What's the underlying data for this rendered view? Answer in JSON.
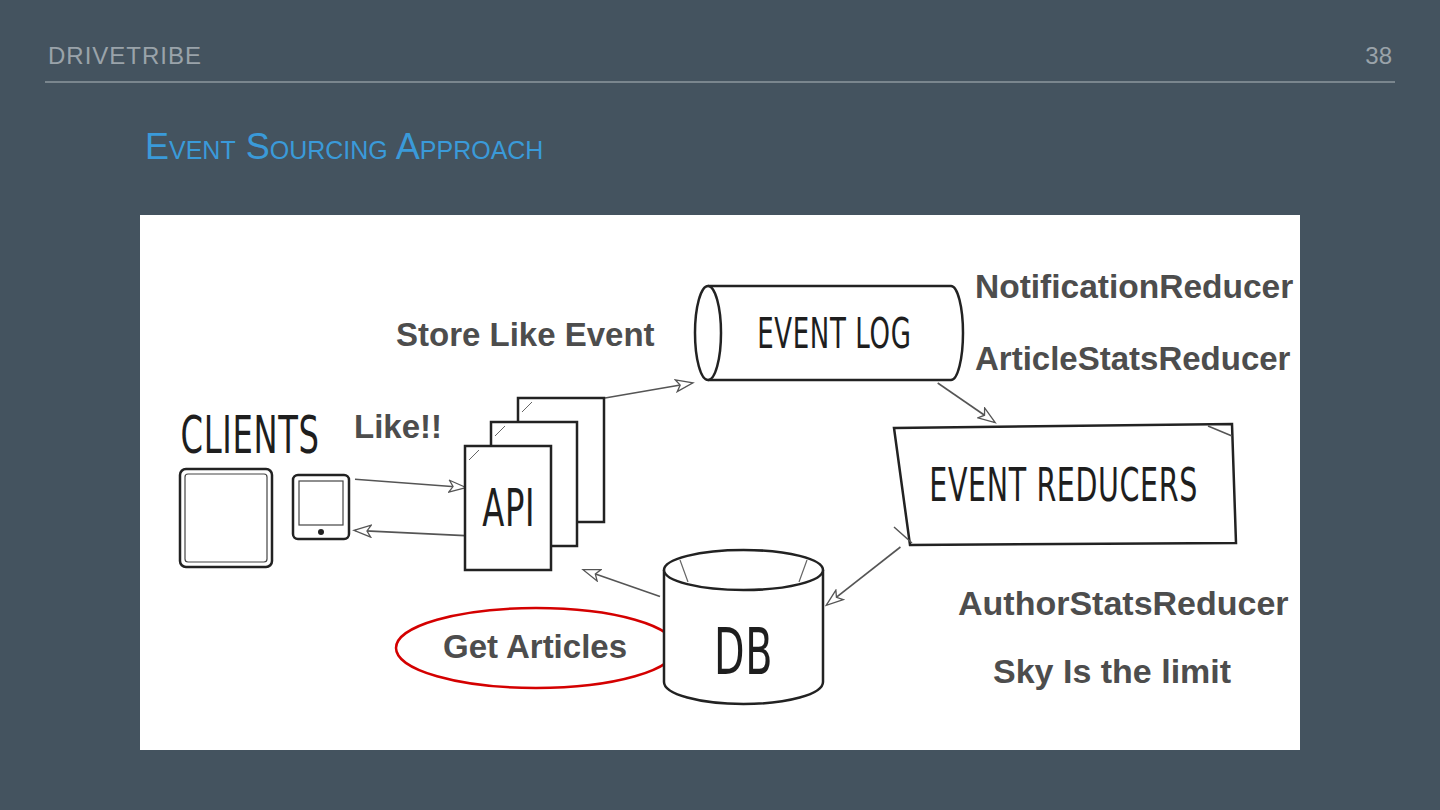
{
  "diagram": {
    "title": "Event Sourcing Approach",
    "nodes": [
      {
        "text": [
          "CLIENTS"
        ]
      },
      {
        "text": [
          "API"
        ]
      },
      {
        "text": [
          "EVENT LOG"
        ]
      },
      {
        "text": [
          "EVENT REDUCERS"
        ]
      },
      {
        "text": [
          "DB"
        ]
      }
    ],
    "edges": [
      {
        "from": 0,
        "to": 1,
        "label": "Like!!",
        "arrow": "to"
      },
      {
        "from": 1,
        "to": 0,
        "arrow": "to"
      },
      {
        "from": 1,
        "to": 2,
        "label": "Store Like Event",
        "arrow": "to"
      },
      {
        "from": 2,
        "to": 3,
        "arrow": "to"
      },
      {
        "from": 3,
        "to": 4,
        "arrow": "to"
      },
      {
        "from": 4,
        "to": 1,
        "label": "Get Articles",
        "arrow": "to"
      }
    ],
    "labels": [
      "DRIVETRIBE",
      "38",
      "NotificationReducer",
      "ArticleStatsReducer",
      "AuthorStatsReducer",
      "Sky Is the limit"
    ]
  }
}
